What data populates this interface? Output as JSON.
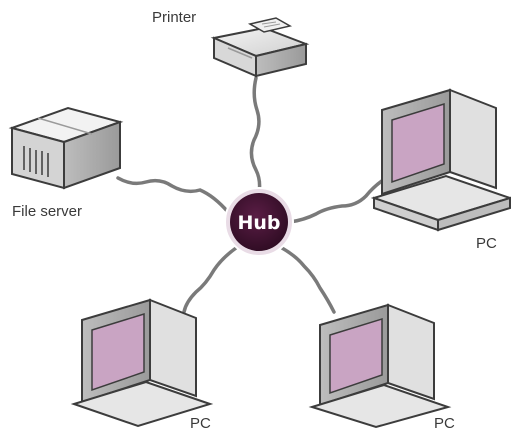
{
  "diagram": {
    "hub": {
      "label": "Hub",
      "fill_color": "#3a0f2b",
      "ring_color": "#e9dce6"
    },
    "nodes": [
      {
        "id": "printer",
        "label": "Printer",
        "icon": "printer-icon"
      },
      {
        "id": "file-server",
        "label": "File server",
        "icon": "server-icon"
      },
      {
        "id": "pc-right",
        "label": "PC",
        "icon": "computer-icon"
      },
      {
        "id": "pc-bottom-left",
        "label": "PC",
        "icon": "computer-icon"
      },
      {
        "id": "pc-bottom-right",
        "label": "PC",
        "icon": "computer-icon"
      }
    ],
    "colors": {
      "device_body": "#e6e6e6",
      "device_outline": "#3c3c3c",
      "screen": "#c9a4c3",
      "cable": "#7a7a7a"
    }
  }
}
